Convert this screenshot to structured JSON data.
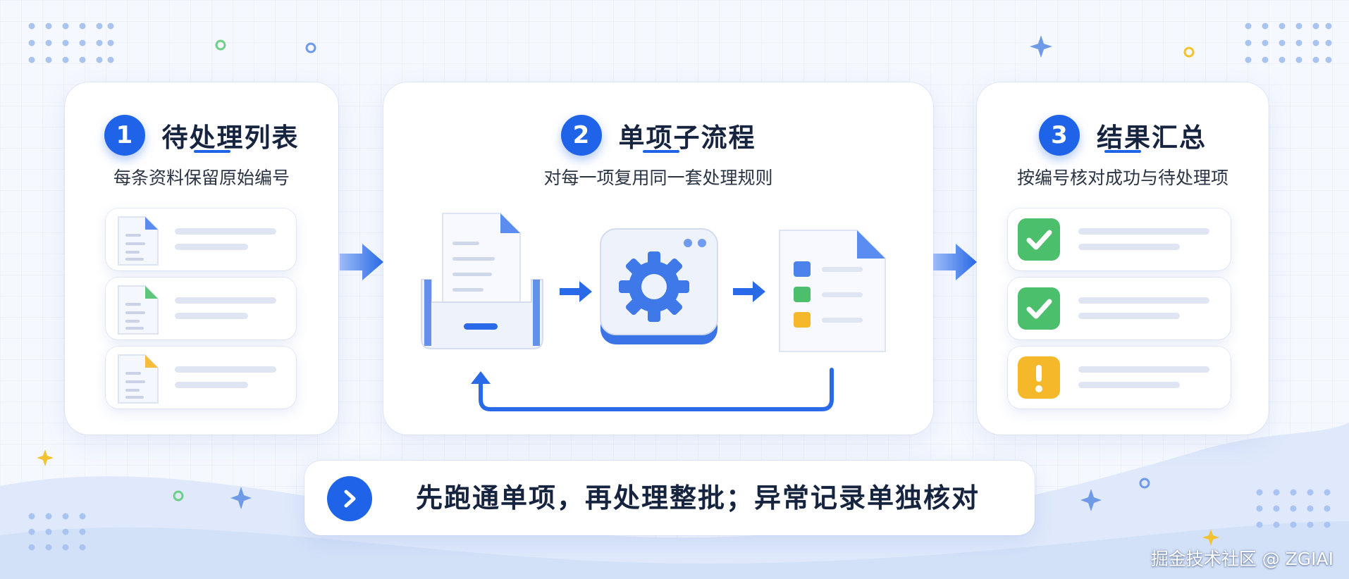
{
  "steps": [
    {
      "number": "1",
      "title": "待处理列表",
      "subtitle": "每条资料保留原始编号"
    },
    {
      "number": "2",
      "title": "单项子流程",
      "subtitle": "对每一项复用同一套处理规则"
    },
    {
      "number": "3",
      "title": "结果汇总",
      "subtitle": "按编号核对成功与待处理项"
    }
  ],
  "pending_items": [
    {
      "corner_color": "#5b8cef"
    },
    {
      "corner_color": "#5fc47c"
    },
    {
      "corner_color": "#f5bd3a"
    }
  ],
  "result_items": [
    {
      "status": "success",
      "icon": "check-icon",
      "color": "#4cbf6c"
    },
    {
      "status": "success",
      "icon": "check-icon",
      "color": "#4cbf6c"
    },
    {
      "status": "pending",
      "icon": "exclamation-icon",
      "color": "#f5b82a"
    }
  ],
  "tip": {
    "text": "先跑通单项，再处理整批；异常记录单独核对",
    "icon": "chevron-right-icon"
  },
  "watermark": "掘金技术社区 @ ZGIAI",
  "colors": {
    "accent": "#1f63e8",
    "success": "#4cbf6c",
    "warning": "#f5b82a",
    "title": "#16243f"
  }
}
